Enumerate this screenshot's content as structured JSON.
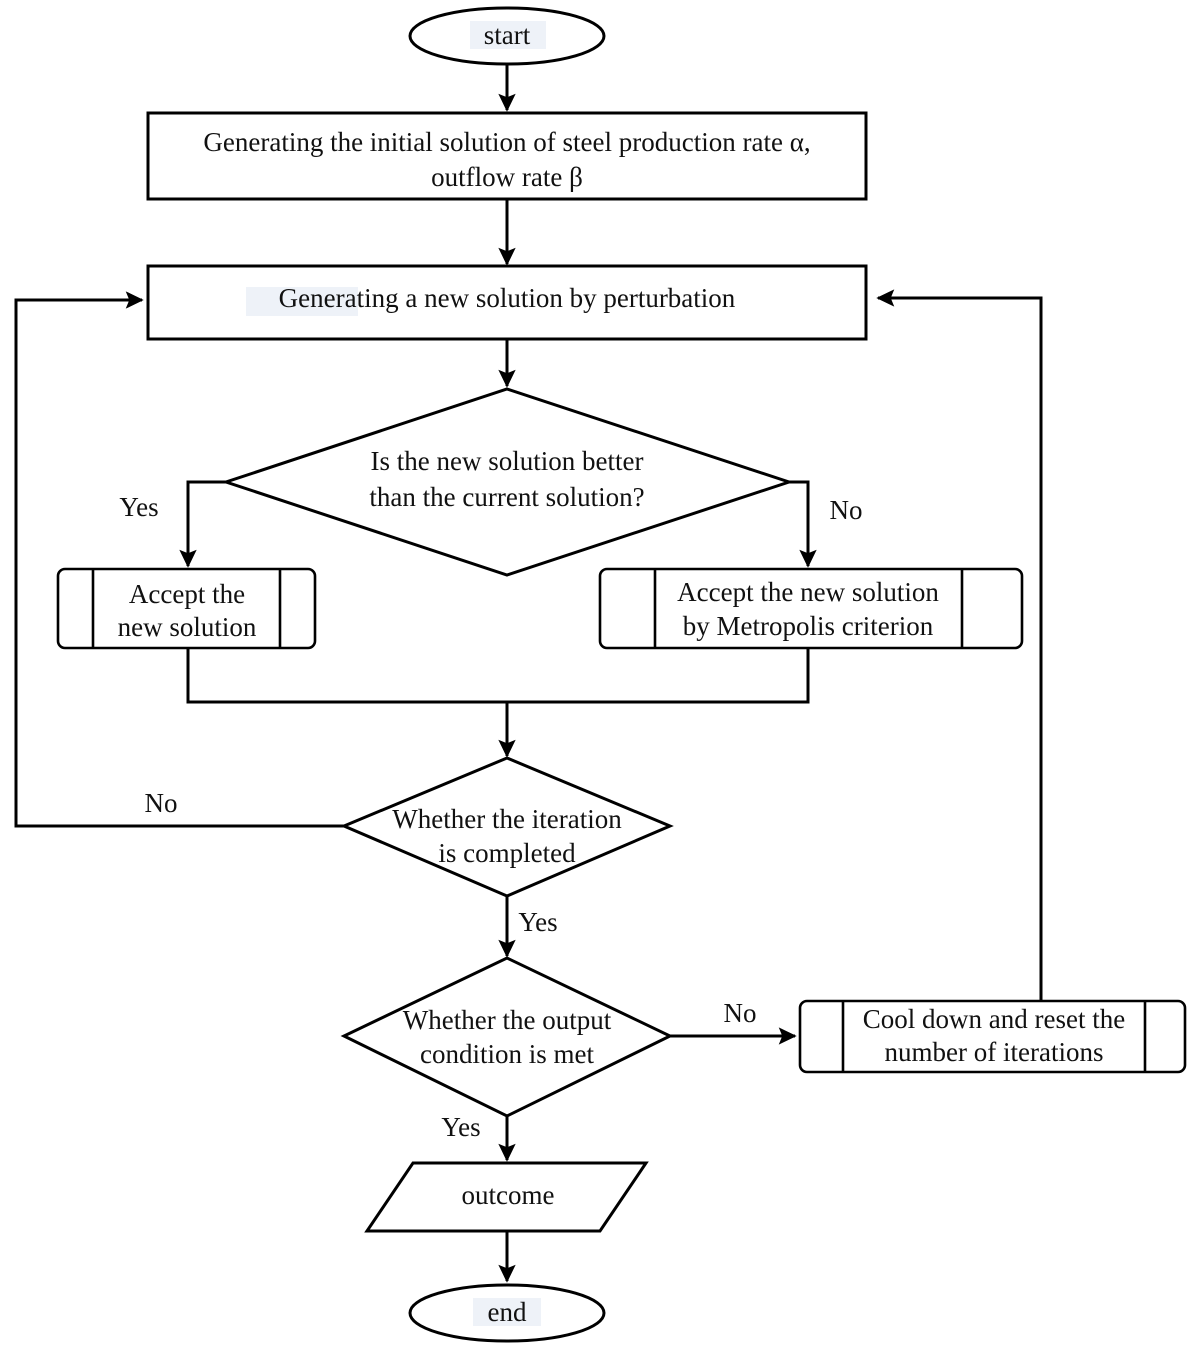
{
  "diagram": {
    "type": "flowchart",
    "title": "Simulated annealing algorithm flowchart",
    "colors": {
      "stroke": "#000000",
      "fill": "#ffffff",
      "text": "#111111",
      "highlight": "#eef2f8"
    },
    "nodes": {
      "start": {
        "shape": "terminator",
        "label": "start"
      },
      "init": {
        "shape": "process",
        "line1": "Generating the initial solution of steel production rate α,",
        "line2": "outflow rate β"
      },
      "perturb": {
        "shape": "process",
        "label": "Generating a new solution  by perturbation"
      },
      "decision_better": {
        "shape": "decision",
        "line1": "Is the new solution better",
        "line2": "than the current solution?"
      },
      "accept_new": {
        "shape": "predefined-process",
        "line1": "Accept the",
        "line2": "new solution"
      },
      "accept_metropolis": {
        "shape": "predefined-process",
        "line1": "Accept the new solution",
        "line2": "by Metropolis criterion"
      },
      "decision_iteration": {
        "shape": "decision",
        "line1": "Whether the iteration",
        "line2": "is completed"
      },
      "decision_output": {
        "shape": "decision",
        "line1": "Whether the output",
        "line2": "condition is met"
      },
      "cool_down": {
        "shape": "predefined-process",
        "line1": "Cool down and reset the",
        "line2": "number of iterations"
      },
      "outcome": {
        "shape": "data-parallelogram",
        "label": "outcome"
      },
      "end": {
        "shape": "terminator",
        "label": "end"
      }
    },
    "edge_labels": {
      "better_yes": "Yes",
      "better_no": "No",
      "iteration_no": "No",
      "iteration_yes": "Yes",
      "output_no": "No",
      "output_yes": "Yes"
    },
    "edges": [
      {
        "from": "start",
        "to": "init",
        "label": ""
      },
      {
        "from": "init",
        "to": "perturb",
        "label": ""
      },
      {
        "from": "perturb",
        "to": "decision_better",
        "label": ""
      },
      {
        "from": "decision_better",
        "to": "accept_new",
        "label": "Yes"
      },
      {
        "from": "decision_better",
        "to": "accept_metropolis",
        "label": "No"
      },
      {
        "from": "accept_new",
        "to": "decision_iteration",
        "label": ""
      },
      {
        "from": "accept_metropolis",
        "to": "decision_iteration",
        "label": ""
      },
      {
        "from": "decision_iteration",
        "to": "perturb",
        "label": "No"
      },
      {
        "from": "decision_iteration",
        "to": "decision_output",
        "label": "Yes"
      },
      {
        "from": "decision_output",
        "to": "cool_down",
        "label": "No"
      },
      {
        "from": "cool_down",
        "to": "perturb",
        "label": ""
      },
      {
        "from": "decision_output",
        "to": "outcome",
        "label": "Yes"
      },
      {
        "from": "outcome",
        "to": "end",
        "label": ""
      }
    ]
  }
}
